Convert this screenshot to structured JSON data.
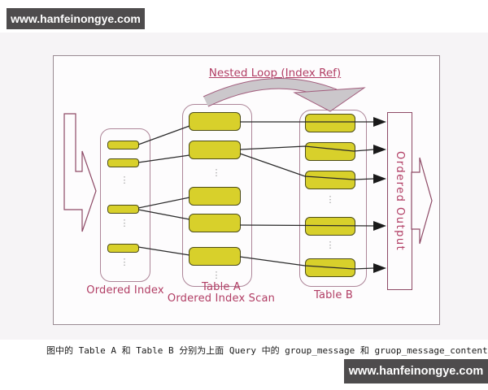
{
  "watermark": {
    "url": "www.hanfeinongye.com"
  },
  "diagram": {
    "nested_loop_label": "Nested Loop (Index Ref)",
    "output_label": "Ordered Output",
    "columns": [
      {
        "id": "ordered-index",
        "label": "Ordered Index",
        "entries": 4,
        "ellipsis_groups": 3
      },
      {
        "id": "table-a",
        "label": "Table  A",
        "sublabel": "Ordered Index Scan",
        "entries": 5,
        "ellipsis_groups": 2
      },
      {
        "id": "table-b",
        "label": "Table  B",
        "entries": 5,
        "ellipsis_groups": 2
      }
    ],
    "connections": {
      "index_to_table_a": [
        [
          1,
          1
        ],
        [
          2,
          2
        ],
        [
          3,
          3
        ],
        [
          3,
          4
        ],
        [
          4,
          5
        ]
      ],
      "table_a_to_table_b": [
        [
          1,
          1
        ],
        [
          2,
          2
        ],
        [
          2,
          3
        ],
        [
          4,
          4
        ],
        [
          5,
          5
        ]
      ],
      "table_b_to_output": [
        1,
        2,
        3,
        4,
        5
      ]
    },
    "colors": {
      "label_crimson": "#b13d64",
      "box_yellow": "#d8d02b",
      "box_border": "#4c4c18",
      "outline_maroon": "#8e4a66",
      "loop_arrow_gray": "#cbc7cb",
      "line_black": "#2a2a2a"
    }
  },
  "caption": {
    "line1": "图中的 Table A 和 Table B 分别为上面 Query 中的 group_message 和 gruop_message_content"
  },
  "glyphs": {
    "ellipsis": "⋮"
  }
}
